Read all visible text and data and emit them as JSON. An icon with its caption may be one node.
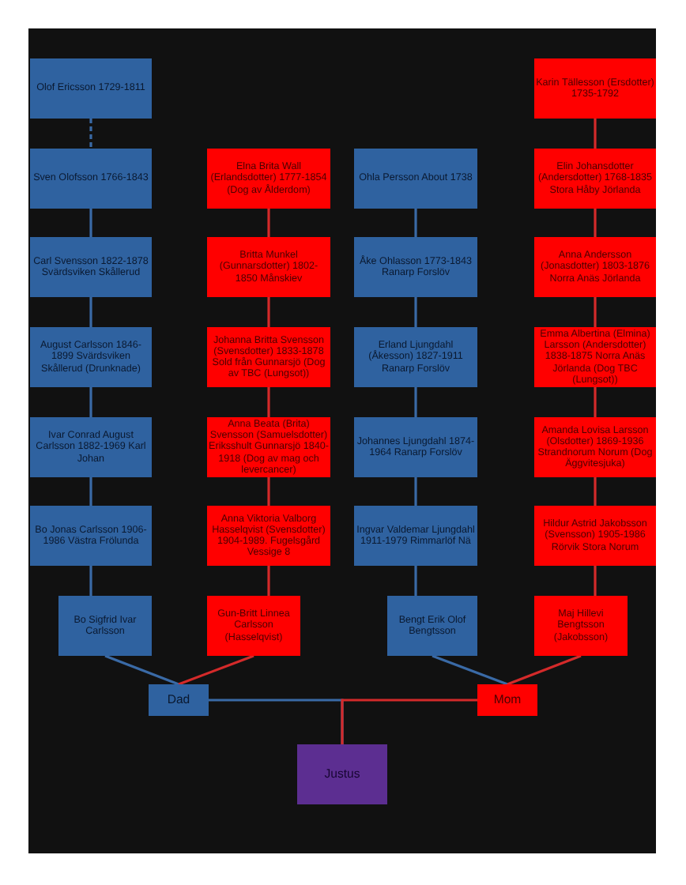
{
  "diagram": {
    "nodes": [
      {
        "text": [
          "Olof Ericsson 1729-1811"
        ]
      },
      {
        "text": [
          "Karin Tällesson (Ersdotter) 1735-1792"
        ]
      },
      {
        "text": [
          "Sven Olofsson 1766-1843"
        ]
      },
      {
        "text": [
          "Elna Brita Wall (Erlandsdotter) 1777-1854 (Dog av Ålderdom)"
        ]
      },
      {
        "text": [
          "Ohla Persson About 1738"
        ]
      },
      {
        "text": [
          "Elin Johansdotter (Andersdotter) 1768-1835 Stora Håby Jörlanda"
        ]
      },
      {
        "text": [
          "Carl Svensson 1822-1878 Svärdsviken Skållerud"
        ]
      },
      {
        "text": [
          "Britta Munkel (Gunnarsdotter) 1802-1850 Månskiev"
        ]
      },
      {
        "text": [
          "Åke Ohlasson 1773-1843 Ranarp Forslöv"
        ]
      },
      {
        "text": [
          "Anna Andersson (Jonasdotter) 1803-1876 Norra Anäs Jörlanda"
        ]
      },
      {
        "text": [
          "August Carlsson 1846-1899 Svärdsviken Skållerud (Drunknade)"
        ]
      },
      {
        "text": [
          "Johanna Britta Svensson (Svensdotter) 1833-1878 Sold från Gunnarsjö (Dog av TBC (Lungsot))"
        ]
      },
      {
        "text": [
          "Erland Ljungdahl (Åkesson) 1827-1911 Ranarp Forslöv"
        ]
      },
      {
        "text": [
          "Emma Albertina (Elmina) Larsson (Andersdotter) 1838-1875 Norra Anäs Jörlanda (Dog TBC (Lungsot))"
        ]
      },
      {
        "text": [
          "Ivar Conrad August Carlsson 1882-1969 Karl Johan"
        ]
      },
      {
        "text": [
          "Anna Beata (Brita) Svensson (Samuelsdotter) Eriksshult Gunnarsjö 1840-1918 (Dog av mag och levercancer)"
        ]
      },
      {
        "text": [
          "Johannes Ljungdahl 1874-1964 Ranarp Forslöv"
        ]
      },
      {
        "text": [
          "Amanda Lovisa Larsson (Olsdotter) 1869-1936 Strandnorum Norum (Dog Äggvitesjuka)"
        ]
      },
      {
        "text": [
          "Bo Jonas Carlsson 1906-1986 Västra Frölunda"
        ]
      },
      {
        "text": [
          "Anna Viktoria Valborg Hasselqvist (Svensdotter) 1904-1989. Fugelsgård Vessige 8"
        ]
      },
      {
        "text": [
          "Ingvar Valdemar Ljungdahl 1911-1979 Rimmarlöf Nä"
        ]
      },
      {
        "text": [
          "Hildur Astrid Jakobsson (Svensson) 1905-1986 Rörvik Stora Norum"
        ]
      },
      {
        "text": [
          "Bo Sigfrid Ivar Carlsson"
        ]
      },
      {
        "text": [
          "Gun-Britt Linnea Carlsson (Hasselqvist)"
        ]
      },
      {
        "text": [
          "Bengt Erik Olof Bengtsson"
        ]
      },
      {
        "text": [
          "Maj Hillevi Bengtsson (Jakobsson)"
        ]
      },
      {
        "text": [
          "Dad"
        ]
      },
      {
        "text": [
          "Mom"
        ]
      },
      {
        "text": [
          "Justus"
        ]
      }
    ],
    "edges": [
      {
        "from": 0,
        "to": 2,
        "arrow": "none",
        "style": "dashed"
      },
      {
        "from": 2,
        "to": 6,
        "arrow": "none"
      },
      {
        "from": 6,
        "to": 10,
        "arrow": "none"
      },
      {
        "from": 10,
        "to": 14,
        "arrow": "none"
      },
      {
        "from": 14,
        "to": 18,
        "arrow": "none"
      },
      {
        "from": 18,
        "to": 22,
        "arrow": "none"
      },
      {
        "from": 3,
        "to": 7,
        "arrow": "none",
        "color": "#d42a2a"
      },
      {
        "from": 7,
        "to": 11,
        "arrow": "none",
        "color": "#d42a2a"
      },
      {
        "from": 11,
        "to": 15,
        "arrow": "none",
        "color": "#d42a2a"
      },
      {
        "from": 15,
        "to": 19,
        "arrow": "none",
        "color": "#d42a2a"
      },
      {
        "from": 19,
        "to": 23,
        "arrow": "none",
        "color": "#d42a2a"
      },
      {
        "from": 4,
        "to": 8,
        "arrow": "none"
      },
      {
        "from": 8,
        "to": 12,
        "arrow": "none"
      },
      {
        "from": 12,
        "to": 16,
        "arrow": "none"
      },
      {
        "from": 16,
        "to": 20,
        "arrow": "none"
      },
      {
        "from": 20,
        "to": 24,
        "arrow": "none"
      },
      {
        "from": 1,
        "to": 5,
        "arrow": "none",
        "color": "#d42a2a"
      },
      {
        "from": 5,
        "to": 9,
        "arrow": "none",
        "color": "#d42a2a"
      },
      {
        "from": 9,
        "to": 13,
        "arrow": "none",
        "color": "#d42a2a"
      },
      {
        "from": 13,
        "to": 17,
        "arrow": "none",
        "color": "#d42a2a"
      },
      {
        "from": 17,
        "to": 21,
        "arrow": "none",
        "color": "#d42a2a"
      },
      {
        "from": 21,
        "to": 25,
        "arrow": "none",
        "color": "#d42a2a"
      },
      {
        "from": 22,
        "to": 26,
        "arrow": "none"
      },
      {
        "from": 23,
        "to": 26,
        "arrow": "none",
        "color": "#d42a2a"
      },
      {
        "from": 24,
        "to": 27,
        "arrow": "none"
      },
      {
        "from": 25,
        "to": 27,
        "arrow": "none",
        "color": "#d42a2a"
      },
      {
        "from": 26,
        "to": 28,
        "arrow": "none"
      },
      {
        "from": 27,
        "to": 28,
        "arrow": "none",
        "color": "#d42a2a"
      }
    ]
  }
}
